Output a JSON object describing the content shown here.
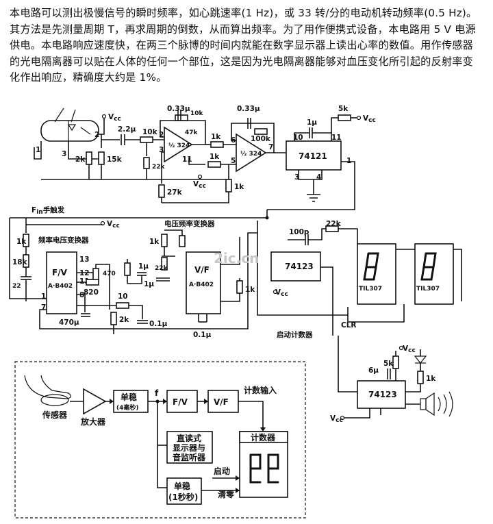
{
  "description_text": "本电路可以测出极慢信号的瞬时频率，如心跳速率(1 Hz)，或 33 转/分的电动机转动频率(0.5 Hz)。其方法是先测量周期 T，再求周期的倒数，从而算出频率。为了用作便携式设备，本电路用 5 V 电源供电。本电路响应速度快，在两三个脉博的时间内就能在数字显示器上读出心率的数值。用作传感器的光电隔离器可以贴在人体的任何一个部位，这是因为光电隔离器能够对血压变化所引起的反射率变化作出响应，精确度大约是 1%。",
  "circuit": {
    "vcc": "V",
    "vcc_sub": "cc",
    "top": {
      "c1": "2.2μ",
      "r_10k": "10k",
      "r_15k": "15k",
      "r_2k": "2k",
      "r_22k": "22k",
      "r_27k": "27k",
      "r_1k": "1k",
      "r_1k_b": "1k",
      "r_1k_c": "1k",
      "cap_033_a": "0.33μ",
      "r_10k_fb": "10k",
      "cap_033_b": "0.33μ",
      "r_100k": "100k",
      "r_5k": "5k",
      "cap_1u": "1μ",
      "opamp_1": "½ 324",
      "opamp_2": "½ 324",
      "ic_74121": "74121",
      "r_47k": "47k",
      "pins": [
        "1",
        "2",
        "3",
        "4",
        "2",
        "3",
        "4",
        "11",
        "6",
        "5",
        "7",
        "10",
        "11",
        "3",
        "4",
        "1",
        "1"
      ]
    },
    "f_label": "F",
    "f_sub": "in",
    "f_suffix": "手触发",
    "fv_title": "频率电压变换器",
    "vf_title": "电压频率变换器",
    "fv_chip": [
      "F/V",
      "A·B402"
    ],
    "vf_chip": [
      "V/F",
      "A·B402"
    ],
    "mid": {
      "r_1k": "1k",
      "r_18k": "18k",
      "cap_22": "22",
      "r_470": "470",
      "r_820": "820",
      "cap_1u_a": "1μ",
      "cap_1u_b": "1μ",
      "r_10": "10",
      "r_2k": "2k",
      "cap_01": "0.1μ",
      "cap_470": "470μ",
      "r_1k_b": "1k",
      "r_22k": "22k",
      "r_1k_c": "1k",
      "cap_01b": "0.1μ",
      "cap_100p": "100p",
      "r_22k_b": "22k",
      "ic_74123": "74123",
      "til_1": "TIL307",
      "til_2": "TIL307",
      "clr": "CLR",
      "start_counter": "启动计数器"
    },
    "bottom_right": {
      "cap_6u": "6μ",
      "r_5k": "5k",
      "r_1k": "1k",
      "ic": "74123"
    }
  },
  "block_diagram": {
    "sensor": "传感器",
    "amplifier": "放大器",
    "mono_4ms": [
      "单稳",
      "(4毫秒)"
    ],
    "f_mark": "f",
    "fv": "F/V",
    "vf": "V/F",
    "count_input": "计数输入",
    "display": [
      "直读式",
      "显示器与",
      "音监听器"
    ],
    "counter": "计数器",
    "start": "启动",
    "mono_1s": [
      "单稳",
      "(1秒秒)"
    ],
    "clear": "清零"
  },
  "watermark": "2ic.cn"
}
